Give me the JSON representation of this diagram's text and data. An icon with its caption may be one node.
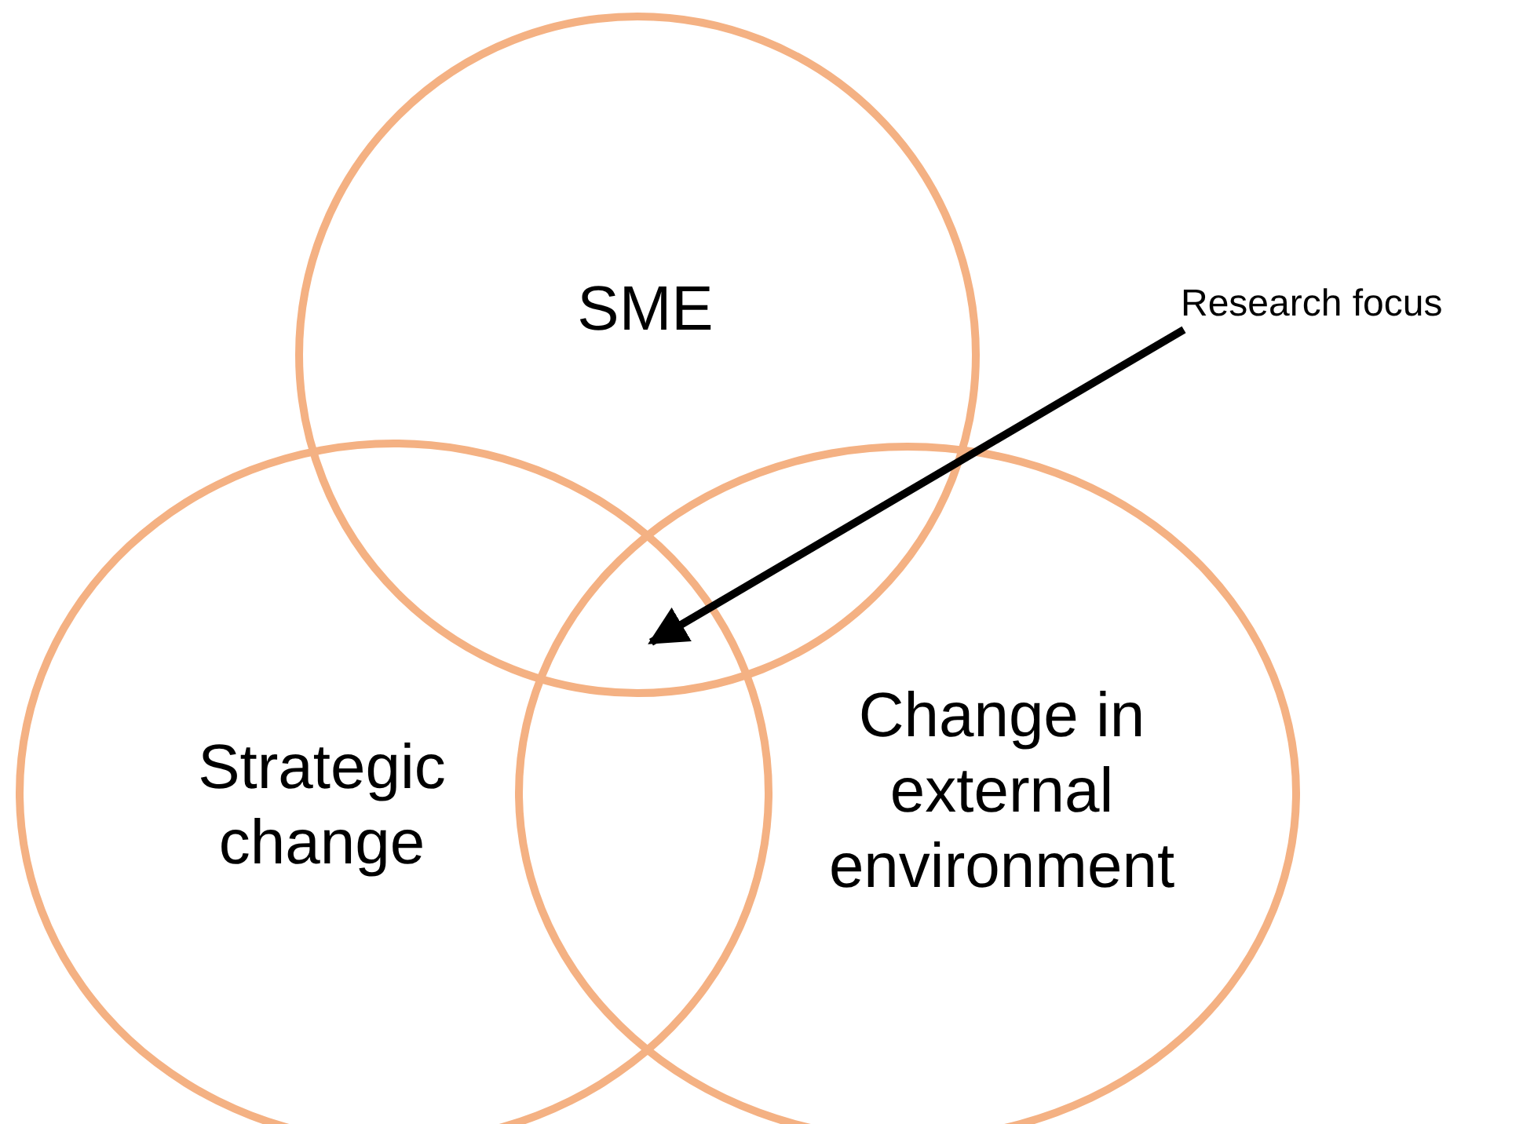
{
  "diagram": {
    "nodes": [
      {
        "text": [
          "SME"
        ]
      },
      {
        "text": [
          "Strategic change"
        ]
      },
      {
        "text": [
          "Change in external environment"
        ]
      },
      {
        "text": [
          "Research focus"
        ]
      }
    ],
    "edges": [
      {
        "from": 3,
        "to": 0,
        "arrow": "to"
      }
    ]
  }
}
